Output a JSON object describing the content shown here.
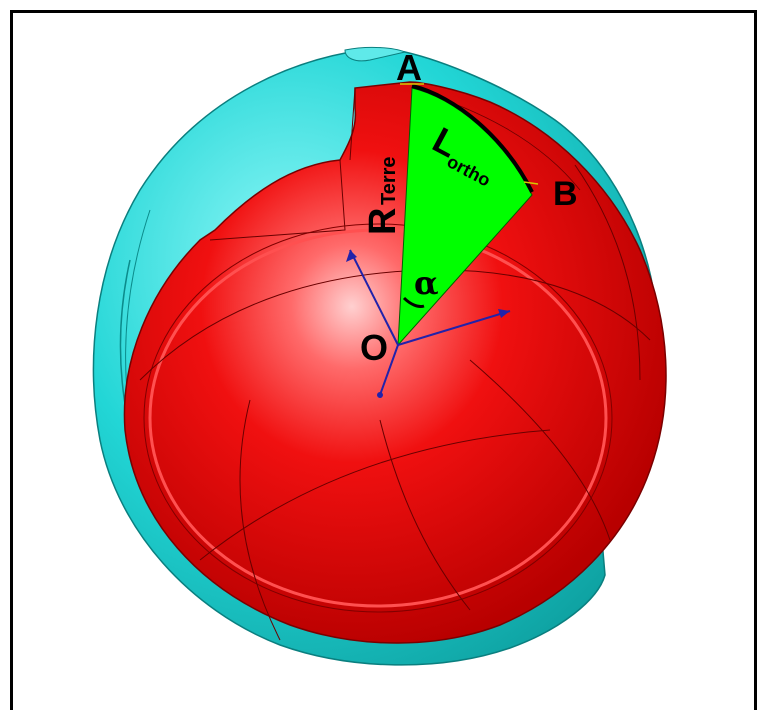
{
  "diagram": {
    "labels": {
      "point_a": "A",
      "point_b": "B",
      "center": "O",
      "radius_main": "R",
      "radius_sub": "Terre",
      "arc_main": "L",
      "arc_sub": "ortho",
      "angle": "α"
    },
    "colors": {
      "earth_core": "#e00000",
      "earth_shell": "#1ed0d0",
      "sector": "#00ff00",
      "axes": "#2222aa",
      "frame": "#000000"
    }
  }
}
